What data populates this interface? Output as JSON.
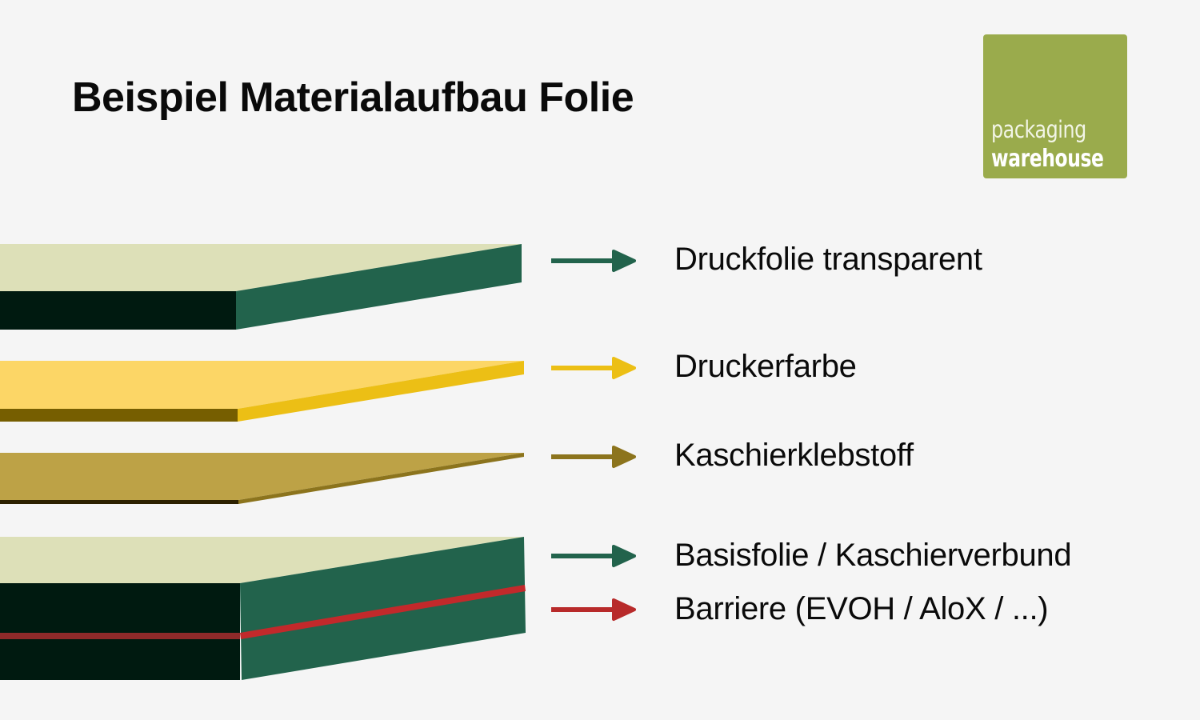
{
  "title": "Beispiel Materialaufbau Folie",
  "logo": {
    "line1": "packaging",
    "line2": "warehouse",
    "background": "#9aab4c"
  },
  "layers": [
    {
      "id": "druckfolie",
      "label": "Druckfolie transparent",
      "arrow_color": "#22634c",
      "top_color": "#dde0b8",
      "front_color": "#001a10",
      "side_color": "#22634c"
    },
    {
      "id": "druckerfarbe",
      "label": "Druckerfarbe",
      "arrow_color": "#ecbf15",
      "top_color": "#fcd666",
      "front_color": "#765e00",
      "side_color": "#ecbf15"
    },
    {
      "id": "kaschierklebstoff",
      "label": "Kaschierklebstoff",
      "arrow_color": "#8c741d",
      "top_color": "#bda246",
      "front_color": "#2d2100",
      "side_color": "#8c741d"
    },
    {
      "id": "basisfolie",
      "label": "Basisfolie / Kaschierverbund",
      "arrow_color": "#22634c",
      "top_color": "#dde0b8",
      "front_color": "#001a10",
      "side_color": "#22634c"
    },
    {
      "id": "barriere",
      "label": "Barriere (EVOH / AloX / ...)",
      "arrow_color": "#b82a2a",
      "stripe_color": "#b82a2a"
    }
  ],
  "background": "#f5f5f5"
}
